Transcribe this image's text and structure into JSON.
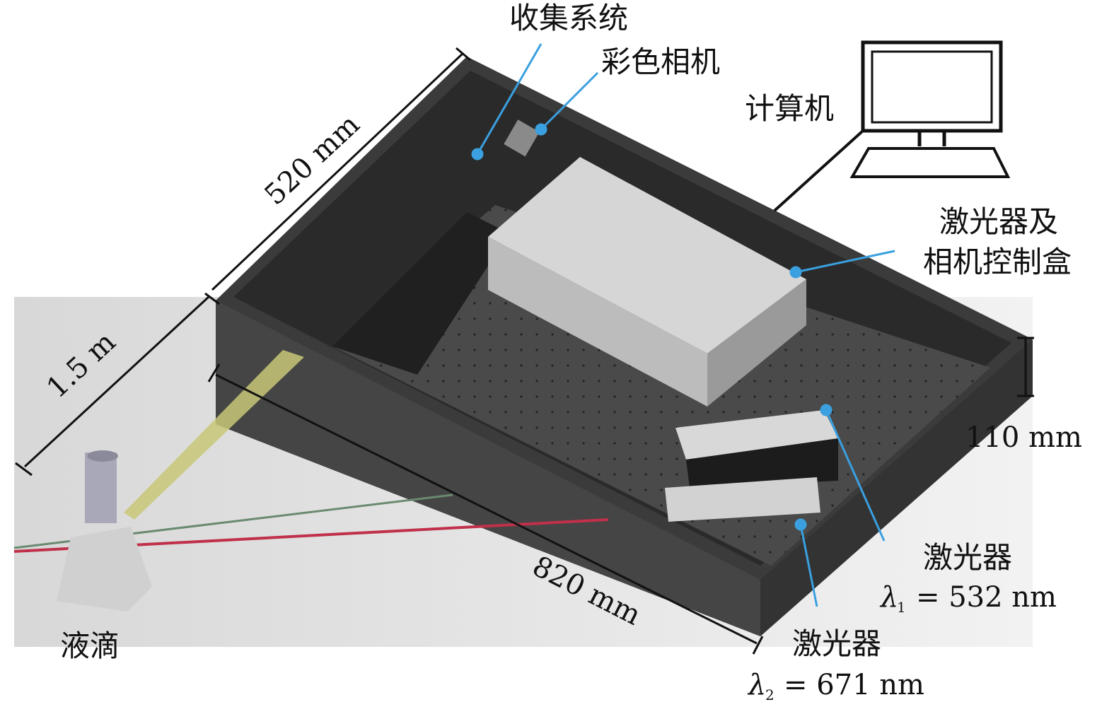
{
  "labels": {
    "collection_system": "收集系统",
    "color_camera": "彩色相机",
    "computer": "计算机",
    "controller_line1": "激光器及",
    "controller_line2": "相机控制盒",
    "height_dim": "110 mm",
    "laser1_title": "激光器",
    "laser1_lambda": "λ",
    "laser1_sub": "1",
    "laser1_value": "= 532 nm",
    "laser2_title": "激光器",
    "laser2_lambda": "λ",
    "laser2_sub": "2",
    "laser2_value": "= 671 nm",
    "droplet": "液滴",
    "width_dim": "520 mm",
    "distance_dim": "1.5 m",
    "length_dim": "820 mm"
  },
  "colors": {
    "callout": "#3aa0e0",
    "box": "#3b3b3b",
    "green_beam": "#c8c878",
    "red_beam": "#c0304a"
  }
}
